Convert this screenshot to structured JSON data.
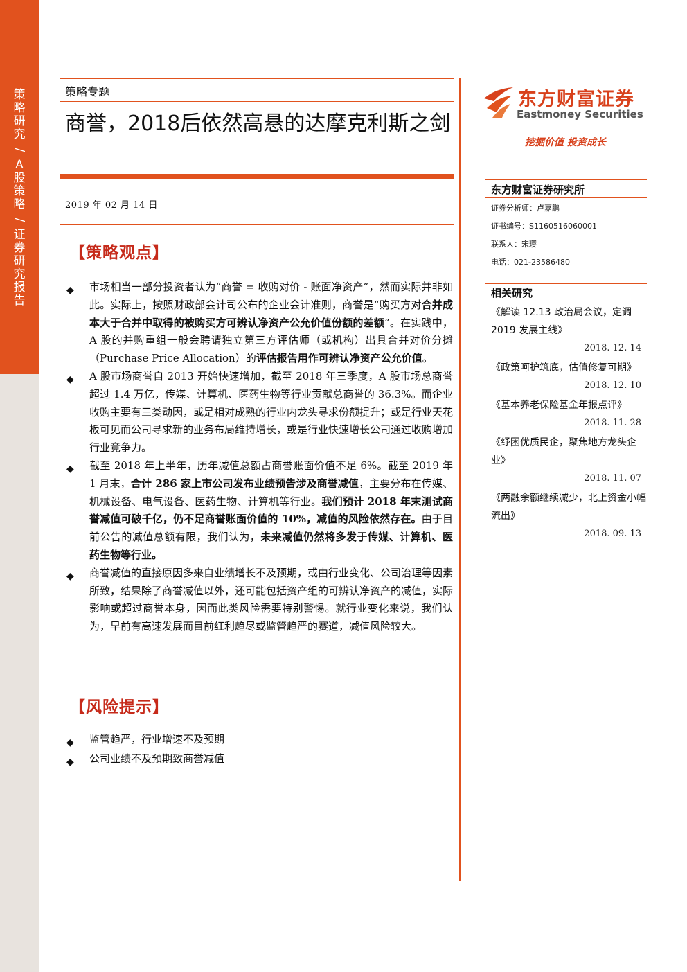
{
  "sidebar": {
    "text": [
      "策",
      "略",
      "研",
      "究",
      "/",
      "A",
      "股",
      "策",
      "略",
      "/",
      "证",
      "券",
      "研",
      "究",
      "报",
      "告"
    ]
  },
  "header": {
    "doc_type": "策略专题",
    "title": "商誉，2018后依然高悬的达摩克利斯之剑",
    "date": "2019 年 02 月 14 日"
  },
  "brand": {
    "name_cn": "东方财富证券",
    "name_en": "Eastmoney Securities",
    "slogan": "挖掘价值 投资成长"
  },
  "colors": {
    "accent": "#e1521e",
    "section_red": "#c62a1a",
    "band_grey": "#e8e3de"
  },
  "institute": {
    "title": "东方财富证券研究所",
    "analyst": "证券分析师：卢嘉鹏",
    "cert": "证书编号：S1160516060001",
    "contact": "联系人：宋璎",
    "phone": "电话：021-23586480"
  },
  "related": {
    "title": "相关研究",
    "items": [
      {
        "title": "《解读 12.13 政治局会议，定调 2019 发展主线》",
        "date": "2018. 12. 14"
      },
      {
        "title": "《政策呵护筑底，估值修复可期》",
        "date": "2018. 12. 10"
      },
      {
        "title": "《基本养老保险基金年报点评》",
        "date": "2018. 11. 28"
      },
      {
        "title": "《纾困优质民企，聚焦地方龙头企业》",
        "date": "2018. 11. 07"
      },
      {
        "title": "《两融余额继续减少，北上资金小幅流出》",
        "date": "2018. 09. 13"
      }
    ]
  },
  "viewpoints": {
    "heading": "【策略观点】",
    "bullet_icon": "diamond-bullet-icon",
    "items": [
      [
        {
          "t": "市场相当一部分投资者认为“商誉 = 收购对价 - 账面净资产”，然而实际并非如此。实际上，按照财政部会计司公布的企业会计准则，商誉是“购买方对",
          "b": false
        },
        {
          "t": "合并成本大于合并中取得的被购买方可辨认净资产公允价值份额的差额",
          "b": true
        },
        {
          "t": "”。在实践中，A 股的并购重组一般会聘请独立第三方评估师（或机构）出具合并对价分摊（Purchase Price Allocation）的",
          "b": false
        },
        {
          "t": "评估报告用作可辨认净资产公允价值",
          "b": true
        },
        {
          "t": "。",
          "b": false
        }
      ],
      [
        {
          "t": "A 股市场商誉自 2013 开始快速增加，截至 2018 年三季度，A 股市场总商誉超过 1.4 万亿，传媒、计算机、医药生物等行业贡献总商誉的 36.3%。而企业收购主要有三类动因，或是相对成熟的行业内龙头寻求份额提升；或是行业天花板可见而公司寻求新的业务布局维持增长，或是行业快速增长公司通过收购增加行业竞争力。",
          "b": false
        }
      ],
      [
        {
          "t": "截至 2018 年上半年，历年减值总额占商誉账面价值不足 6%。截至 2019 年 1 月末，",
          "b": false
        },
        {
          "t": "合计 286 家上市公司发布业绩预告涉及商誉减值",
          "b": true
        },
        {
          "t": "，主要分布在传媒、机械设备、电气设备、医药生物、计算机等行业。",
          "b": false
        },
        {
          "t": "我们预计 2018 年末测试商誉减值可破千亿，仍不足商誉账面价值的 10%，减值的风险依然存在。",
          "b": true
        },
        {
          "t": "由于目前公告的减值总额有限，我们认为，",
          "b": false
        },
        {
          "t": "未来减值仍然将多发于传媒、计算机、医药生物等行业。",
          "b": true
        }
      ],
      [
        {
          "t": "商誉减值的直接原因多来自业绩增长不及预期，或由行业变化、公司治理等因素所致，结果除了商誉减值以外，还可能包括资产组的可辨认净资产的减值，实际影响或超过商誉本身，因而此类风险需要特别警惕。就行业变化来说，我们认为，早前有高速发展而目前红利趋尽或监管趋严的赛道，减值风险较大。",
          "b": false
        }
      ]
    ]
  },
  "risks": {
    "heading": "【风险提示】",
    "items": [
      "监管趋严，行业增速不及预期",
      "公司业绩不及预期致商誉减值"
    ]
  }
}
